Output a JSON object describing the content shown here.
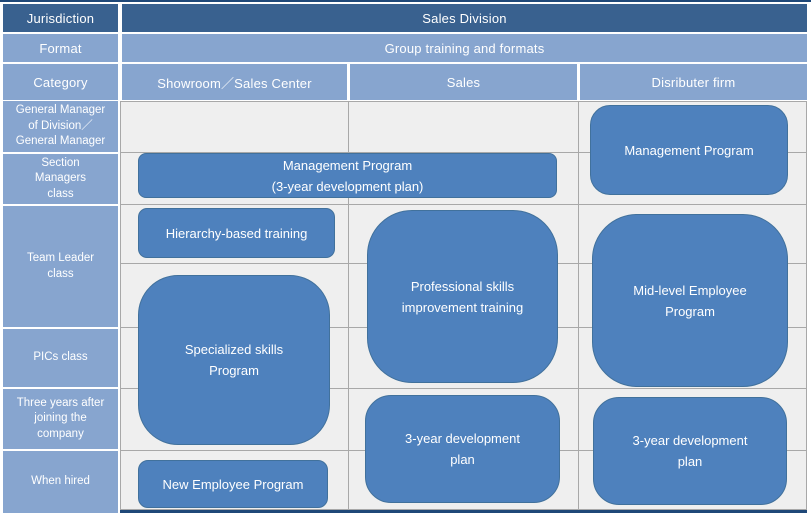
{
  "palette": {
    "dark_header": "#39618F",
    "light_header": "#87A5CF",
    "box_fill": "#4E81BD",
    "box_border": "#41719C",
    "body_background": "#EFEFEF",
    "grid_line": "#A8A8A8",
    "accent_rule": "#1F4878",
    "text": "#FFFFFF"
  },
  "header": {
    "jurisdiction_label": "Jurisdiction",
    "division_title": "Sales Division",
    "format_label": "Format",
    "format_value": "Group training and formats",
    "category_label": "Category",
    "columns": [
      {
        "label": "Showroom／Sales Center"
      },
      {
        "label": "Sales"
      },
      {
        "label": "Disributer firm"
      }
    ]
  },
  "row_labels": [
    {
      "lines": [
        "General Manager",
        "of Division／",
        "General Manager"
      ]
    },
    {
      "lines": [
        "Section",
        "Managers",
        "class"
      ]
    },
    {
      "lines": [
        "Team Leader",
        "class"
      ]
    },
    {
      "lines": [
        "PICs class"
      ]
    },
    {
      "lines": [
        "Three years after",
        "joining the",
        "company"
      ]
    },
    {
      "lines": [
        "When hired"
      ]
    }
  ],
  "programs": {
    "management_distributor": {
      "lines": [
        "Management Program"
      ]
    },
    "management_plan": {
      "lines": [
        "Management Program",
        "(3-year development plan)"
      ]
    },
    "hierarchy_training": {
      "lines": [
        "Hierarchy-based training"
      ]
    },
    "specialized_skills": {
      "lines": [
        "Specialized skills",
        "Program"
      ]
    },
    "professional_skills": {
      "lines": [
        "Professional skills",
        "improvement training"
      ]
    },
    "mid_level_employee": {
      "lines": [
        "Mid-level Employee",
        "Program"
      ]
    },
    "dev_plan_sales": {
      "lines": [
        "3-year development",
        "plan"
      ]
    },
    "dev_plan_distributor": {
      "lines": [
        "3-year development",
        "plan"
      ]
    },
    "new_employee": {
      "lines": [
        "New Employee Program"
      ]
    }
  }
}
